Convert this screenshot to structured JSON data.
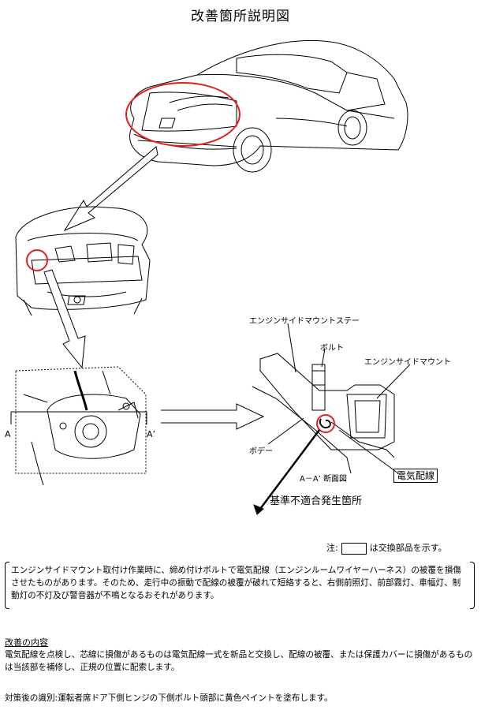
{
  "title": "改善箇所説明図",
  "labels": {
    "engine_side_mount_stay": "エンジンサイドマウントステー",
    "bolt": "ボルト",
    "engine_side_mount": "エンジンサイドマウント",
    "body": "ボデー",
    "section_aa": "A－A’ 断面図",
    "electric_wire": "電気配線",
    "nonconformity": "基準不適合発生箇所",
    "section_a": "A",
    "section_a_prime": "A’"
  },
  "note": {
    "prefix": "注:",
    "suffix": "は交換部品を示す。"
  },
  "description": "エンジンサイドマウント取付け作業時に、締め付けボルトで電気配線（エンジンルームワイヤーハーネス）の被覆を損傷させたものがあります。そのため、走行中の振動で配線の被覆が破れて短絡すると、右側前照灯、前部霧灯、車幅灯、制動灯の不灯及び警音器が不鳴となるおそれがあります。",
  "improvement": {
    "heading": "改善の内容",
    "body": "電気配線を点検し、芯線に損傷があるものは電気配線一式を新品と交換し、配線の被覆、または保護カバーに損傷があるものは当該部を補修し、正規の位置に配索します。"
  },
  "identification": "対策後の識別:運転者席ドア下側ヒンジの下側ボルト頭部に黄色ペイントを塗布します。",
  "colors": {
    "highlight": "#e0201c",
    "line": "#000000"
  }
}
